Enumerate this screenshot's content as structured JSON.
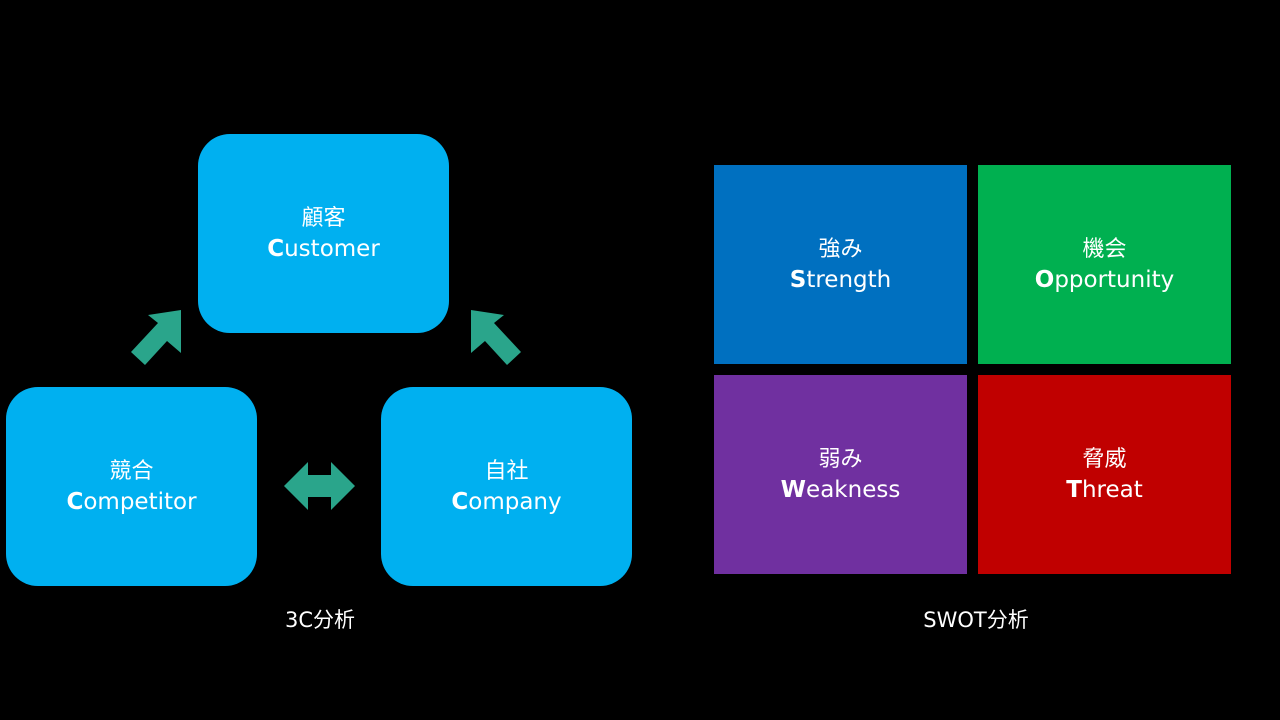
{
  "three_c": {
    "customer": {
      "jp": "顧客",
      "initial": "C",
      "rest": "ustomer"
    },
    "competitor": {
      "jp": "競合",
      "initial": "C",
      "rest": "ompetitor"
    },
    "company": {
      "jp": "自社",
      "initial": "C",
      "rest": "ompany"
    },
    "caption": "3C分析",
    "box_color": "#00b0f0",
    "arrow_color": "#2aa58b"
  },
  "swot": {
    "strength": {
      "jp": "強み",
      "initial": "S",
      "rest": "trength",
      "color": "#0070c0"
    },
    "opportunity": {
      "jp": "機会",
      "initial": "O",
      "rest": "pportunity",
      "color": "#00b050"
    },
    "weakness": {
      "jp": "弱み",
      "initial": "W",
      "rest": "eakness",
      "color": "#7030a0"
    },
    "threat": {
      "jp": "脅威",
      "initial": "T",
      "rest": "hreat",
      "color": "#c00000"
    },
    "caption": "SWOT分析"
  },
  "icons": {
    "arrow_left_up": "arrow-up-right-icon",
    "arrow_right_up": "arrow-up-left-icon",
    "arrow_double": "double-arrow-icon"
  }
}
